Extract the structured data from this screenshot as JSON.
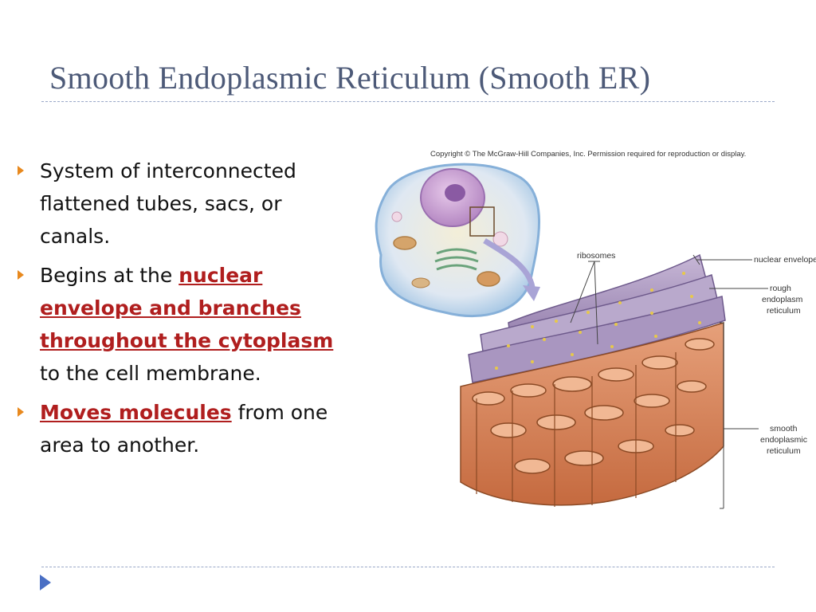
{
  "slide": {
    "title": "Smooth Endoplasmic Reticulum (Smooth ER)",
    "bullets": [
      {
        "text": "System of interconnected flattened tubes, sacs, or canals."
      },
      {
        "pre": "Begins at the ",
        "highlight": "nuclear envelope and branches throughout the cytoplasm",
        "post": " to the cell membrane."
      },
      {
        "pre": "",
        "highlight": "Moves molecules",
        "post": " from one area to another."
      }
    ],
    "accent_color": "#b01e1e",
    "bullet_color": "#e8891e",
    "title_color": "#4d5a78"
  },
  "figure": {
    "copyright": "Copyright © The McGraw-Hill Companies, Inc. Permission required for reproduction or display.",
    "labels": {
      "ribosomes": "ribosomes",
      "nuclear_envelope": "nuclear envelope",
      "rough_1": "rough",
      "rough_2": "endoplasm",
      "rough_3": "reticulum",
      "smooth_1": "smooth",
      "smooth_2": "endoplasmic",
      "smooth_3": "reticulum"
    }
  }
}
